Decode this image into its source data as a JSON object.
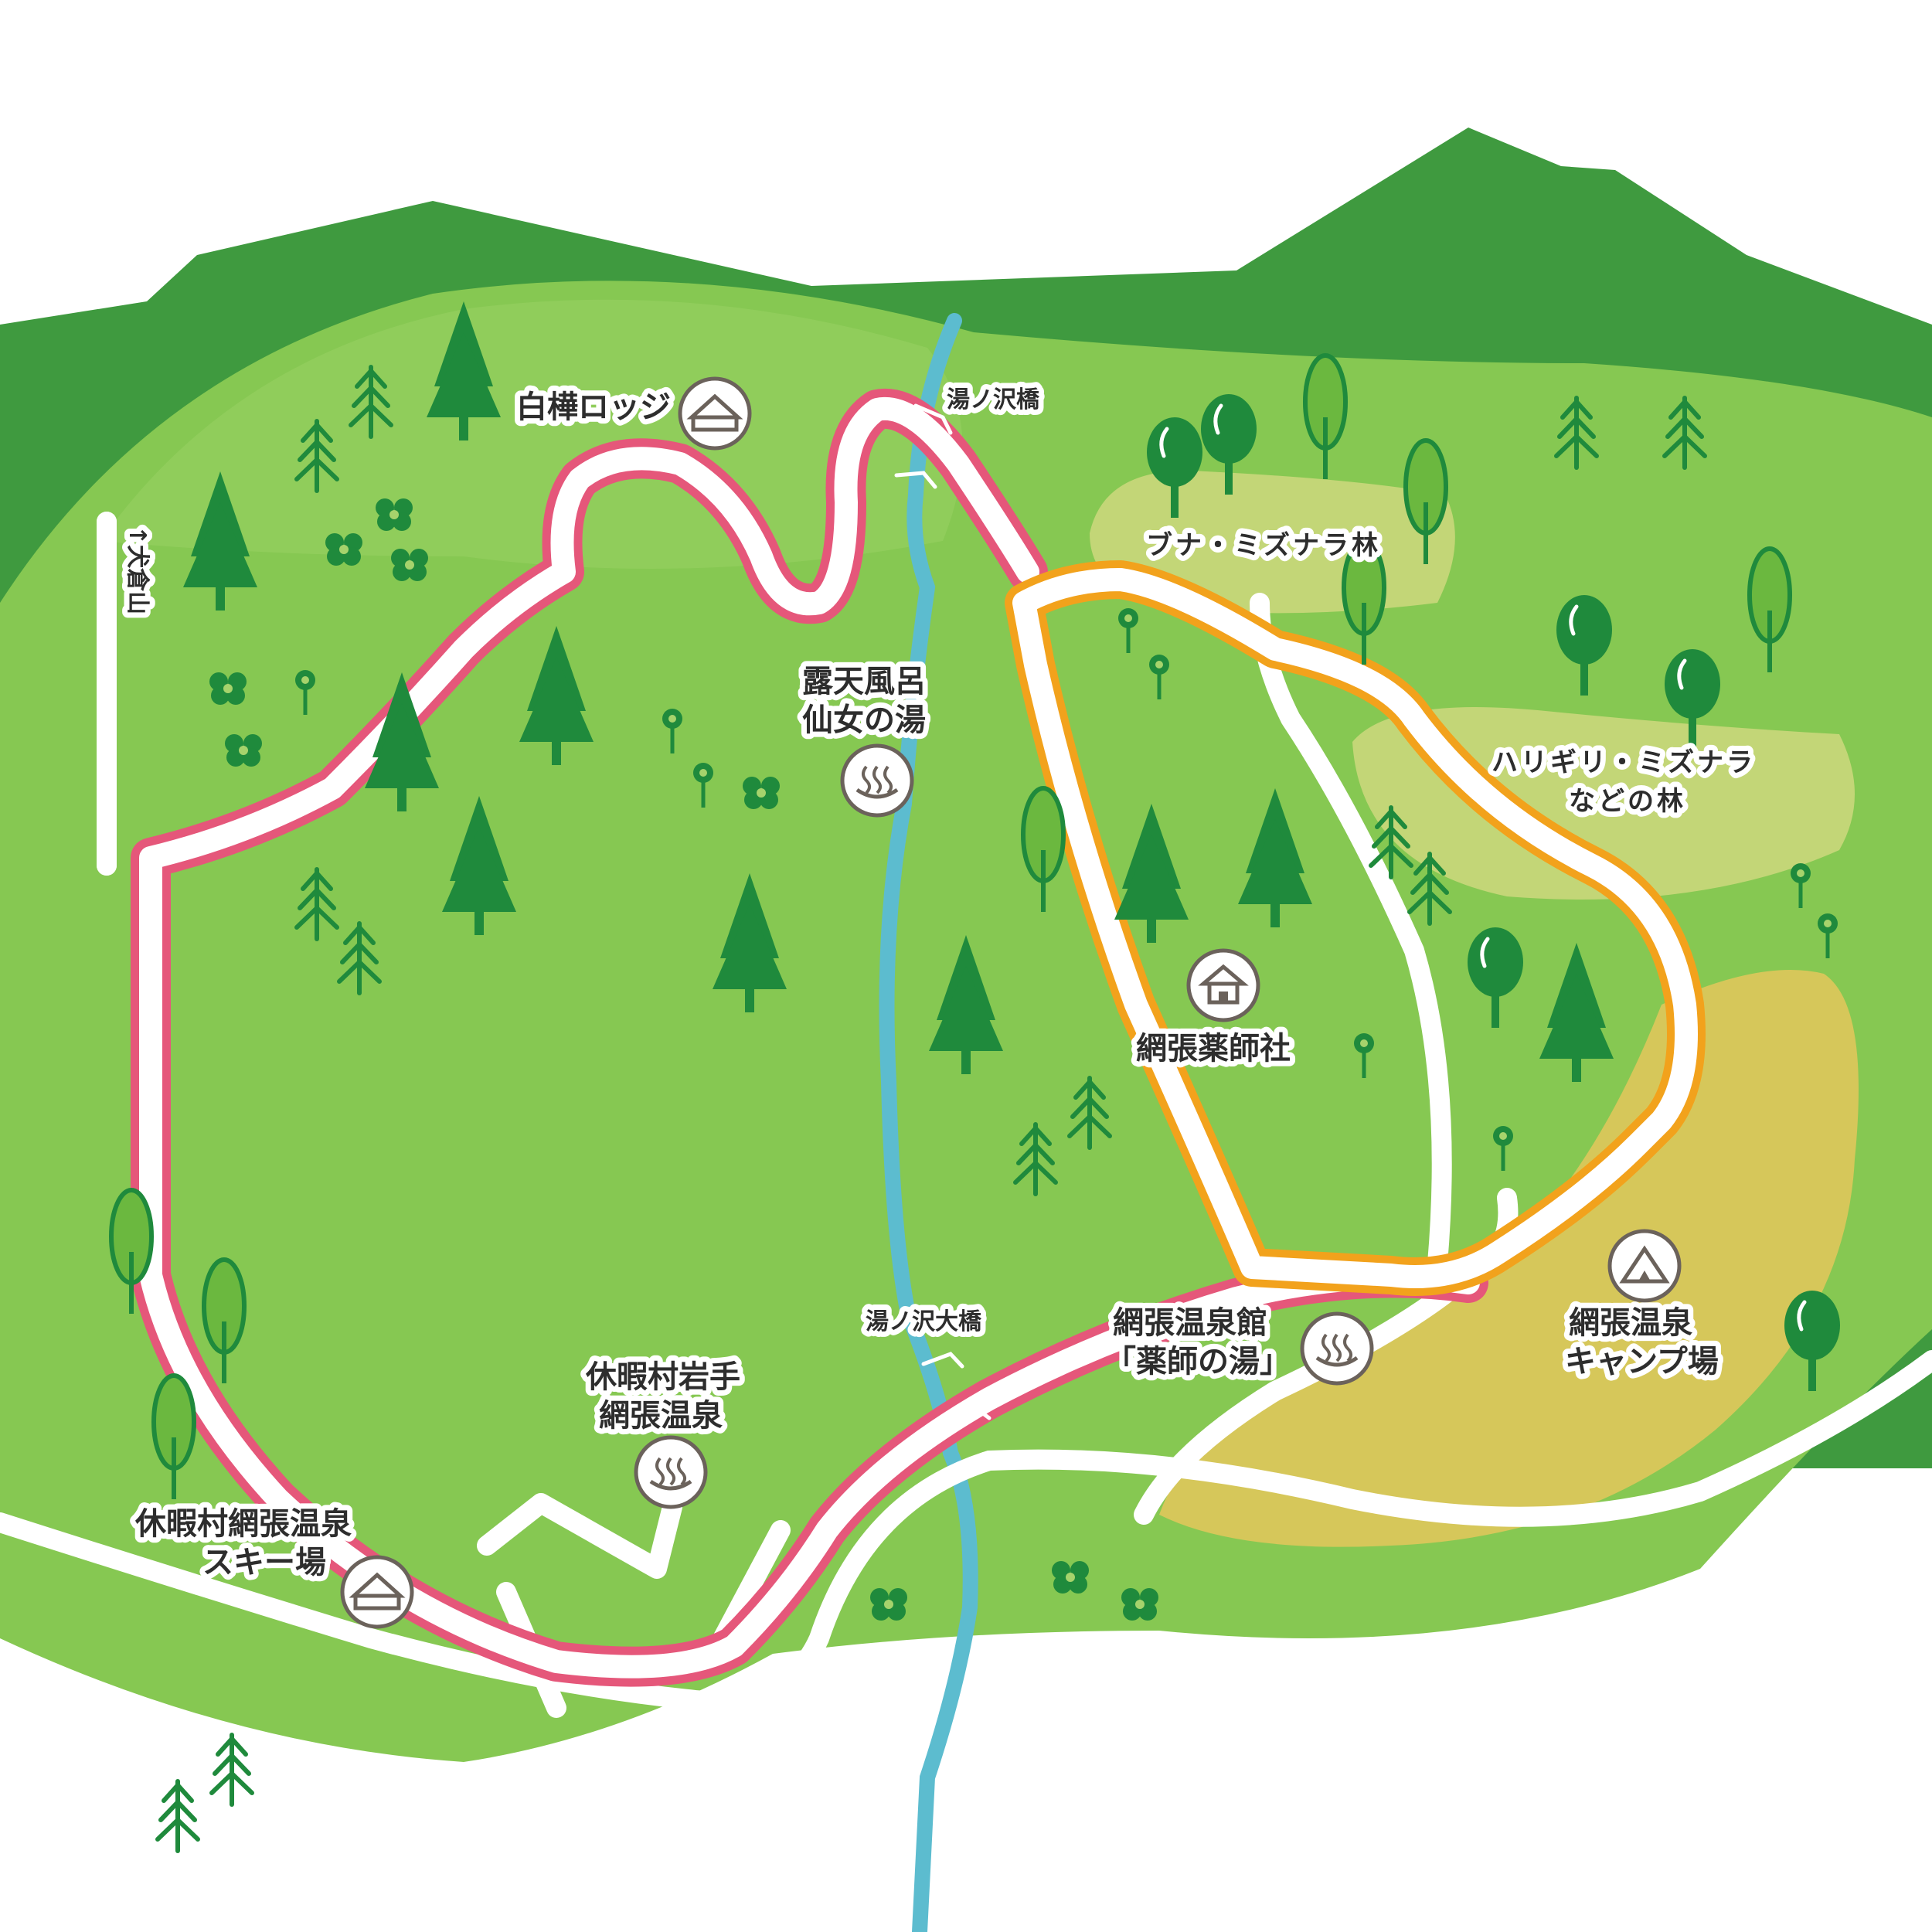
{
  "map": {
    "colors": {
      "mountain": "#3f9a3f",
      "field": "#86c852",
      "field_light": "#a6d36c",
      "forest_zone": "#c3d677",
      "camp_zone": "#d6c75a",
      "road": "#ffffff",
      "river": "#5cbccf",
      "trail_pink": "#e5577a",
      "trail_orange": "#f2a21c",
      "tree": "#1f8a3c"
    },
    "labels": {
      "road_north": "↑犬倉山",
      "shirakaba_lodge": "白樺ロッジ",
      "yunosawa_bridge": "湯ノ沢橋",
      "rotenburo_line1": "露天風呂",
      "rotenburo_line2": "仙女の湯",
      "buna_forest": "ブナ・ミズナラ林",
      "harigiri_line1": "ハリギリ・ミズナラ",
      "harigiri_line2": "などの林",
      "yakushi_shrine": "網張薬師社",
      "onsenkan_line1": "網張温泉館",
      "onsenkan_line2": "「薬師の湯」",
      "camp_line1": "網張温泉",
      "camp_line2": "キャンプ場",
      "yunosawa_ohashi": "湯ノ沢大橋",
      "kyukamura_line1": "休暇村岩手",
      "kyukamura_line2": "網張温泉",
      "ski_line1": "休暇村網張温泉",
      "ski_line2": "スキー場"
    },
    "icons": [
      "lodge-icon",
      "hot-spring-icon",
      "shrine-icon",
      "camp-tent-icon",
      "conifer-tree-icon",
      "round-tree-icon",
      "flower-icon"
    ]
  }
}
